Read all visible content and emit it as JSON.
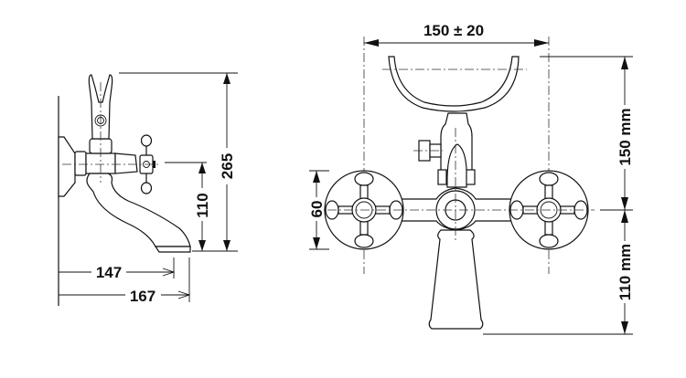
{
  "drawing": {
    "subject": "Wall-mounted bath mixer tap with shower hook",
    "line_color": "#111111",
    "background": "#ffffff"
  },
  "side_view": {
    "dimensions": {
      "total_height": "265",
      "spout_height": "110",
      "spout_reach_inner": "147",
      "spout_reach_outer": "167"
    }
  },
  "front_view": {
    "dimensions": {
      "center_distance": "150 ± 20",
      "flange_diameter": "60",
      "upper_height": "150 mm",
      "lower_height": "110 mm"
    }
  }
}
